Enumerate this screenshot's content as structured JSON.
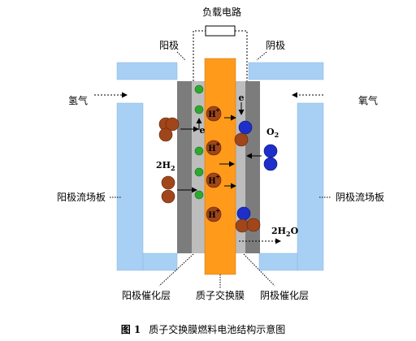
{
  "labels": {
    "load_circuit": "负载电路",
    "anode": "阳极",
    "cathode": "阴极",
    "hydrogen": "氢气",
    "oxygen": "氧气",
    "anode_flow_plate": "阳极流场板",
    "cathode_flow_plate": "阴极流场板",
    "anode_catalyst": "阳极催化层",
    "membrane": "质子交换膜",
    "cathode_catalyst": "阴极催化层"
  },
  "species": {
    "electron": "e",
    "proton": "H",
    "proton_charge": "+",
    "hydrogen_molecules": "2H",
    "hydrogen_subscript": "2",
    "oxygen": "O",
    "oxygen_subscript": "2",
    "water_prefix": "2H",
    "water_subscript": "2",
    "water_suffix": "O"
  },
  "caption": {
    "figure_no": "图 1",
    "title": "质子交换膜燃料电池结构示意图"
  },
  "colors": {
    "flow_plate": "#a8d0f4",
    "electrode_dark": "#7c7c7c",
    "electrode_light": "#bdbdbd",
    "membrane": "#ff9a1a",
    "electron": "#2ea82e",
    "proton": "#a0461a",
    "hydrogen_atom": "#a0461a",
    "oxygen_atom": "#1e2ec8"
  }
}
